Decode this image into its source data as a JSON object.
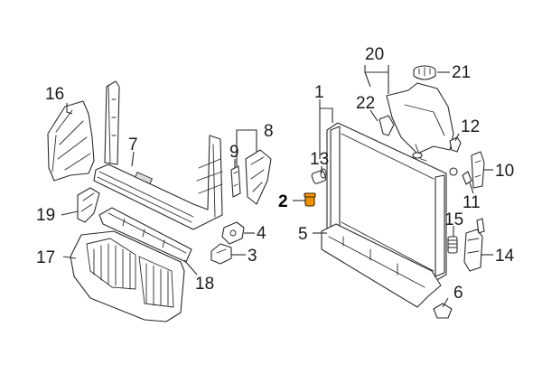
{
  "diagram": {
    "highlight_color": "#f29400",
    "highlighted_callout": "2",
    "callouts": {
      "c1": "1",
      "c2": "2",
      "c3": "3",
      "c4": "4",
      "c5": "5",
      "c6": "6",
      "c7": "7",
      "c8": "8",
      "c9": "9",
      "c10": "10",
      "c11": "11",
      "c12": "12",
      "c13": "13",
      "c14": "14",
      "c15": "15",
      "c16": "16",
      "c17": "17",
      "c18": "18",
      "c19": "19",
      "c20": "20",
      "c21": "21",
      "c22": "22"
    }
  }
}
